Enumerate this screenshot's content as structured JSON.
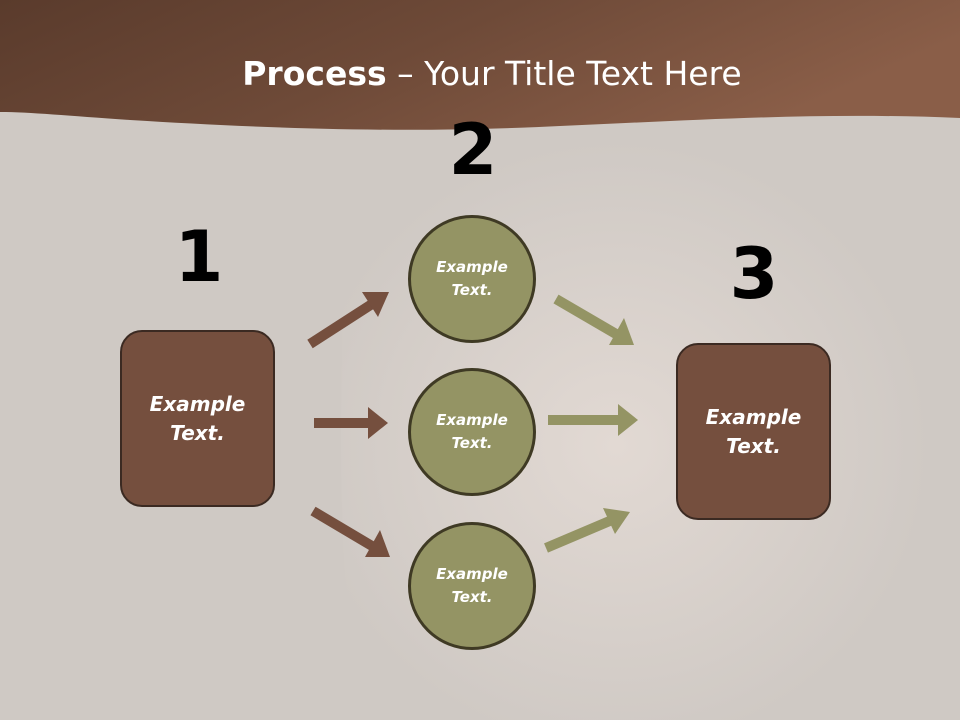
{
  "title": {
    "bold": "Process",
    "rest": " – Your Title Text Here"
  },
  "colors": {
    "header_dark": "#5a3b2c",
    "header_light": "#8a5e48",
    "box_fill": "#754f3e",
    "circle_fill": "#949464",
    "arrow_brown": "#754f3e",
    "arrow_olive": "#949464"
  },
  "steps": {
    "one": {
      "number": "1",
      "text": "Example\nText."
    },
    "two": {
      "number": "2",
      "items": [
        {
          "text": "Example\nText."
        },
        {
          "text": "Example\nText."
        },
        {
          "text": "Example\nText."
        }
      ]
    },
    "three": {
      "number": "3",
      "text": "Example\nText."
    }
  }
}
